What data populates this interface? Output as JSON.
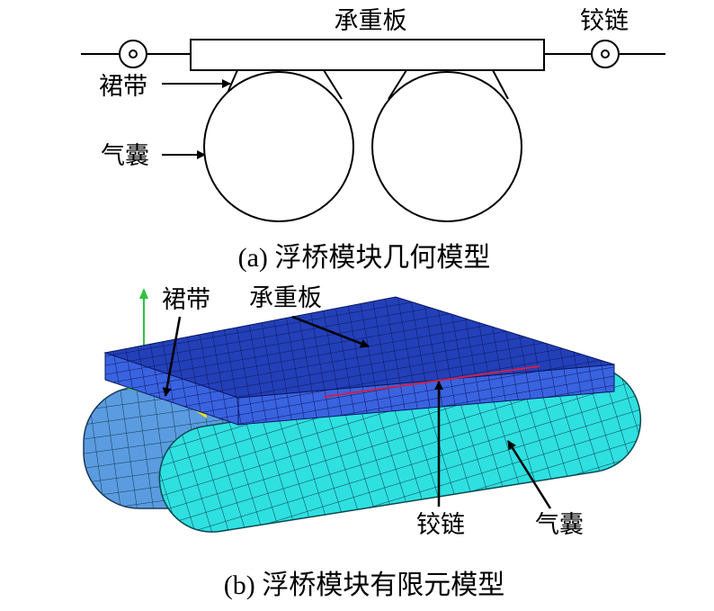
{
  "figure_a": {
    "caption": "(a)  浮桥模块几何模型",
    "labels": {
      "plate": "承重板",
      "hinge": "铰链",
      "skirt": "裙带",
      "airbag": "气囊"
    }
  },
  "figure_b": {
    "caption": "(b)  浮桥模块有限元模型",
    "labels": {
      "plate": "承重板",
      "hinge": "铰链",
      "skirt": "裙带",
      "airbag": "气囊"
    }
  },
  "colors": {
    "plate_top": "#2340b8",
    "plate_side": "#3a63e0",
    "airbag_front": "#2fe0e0",
    "airbag_back": "#5b9be0",
    "hinge_line": "#d0204a",
    "skirt": "#e8e020"
  }
}
